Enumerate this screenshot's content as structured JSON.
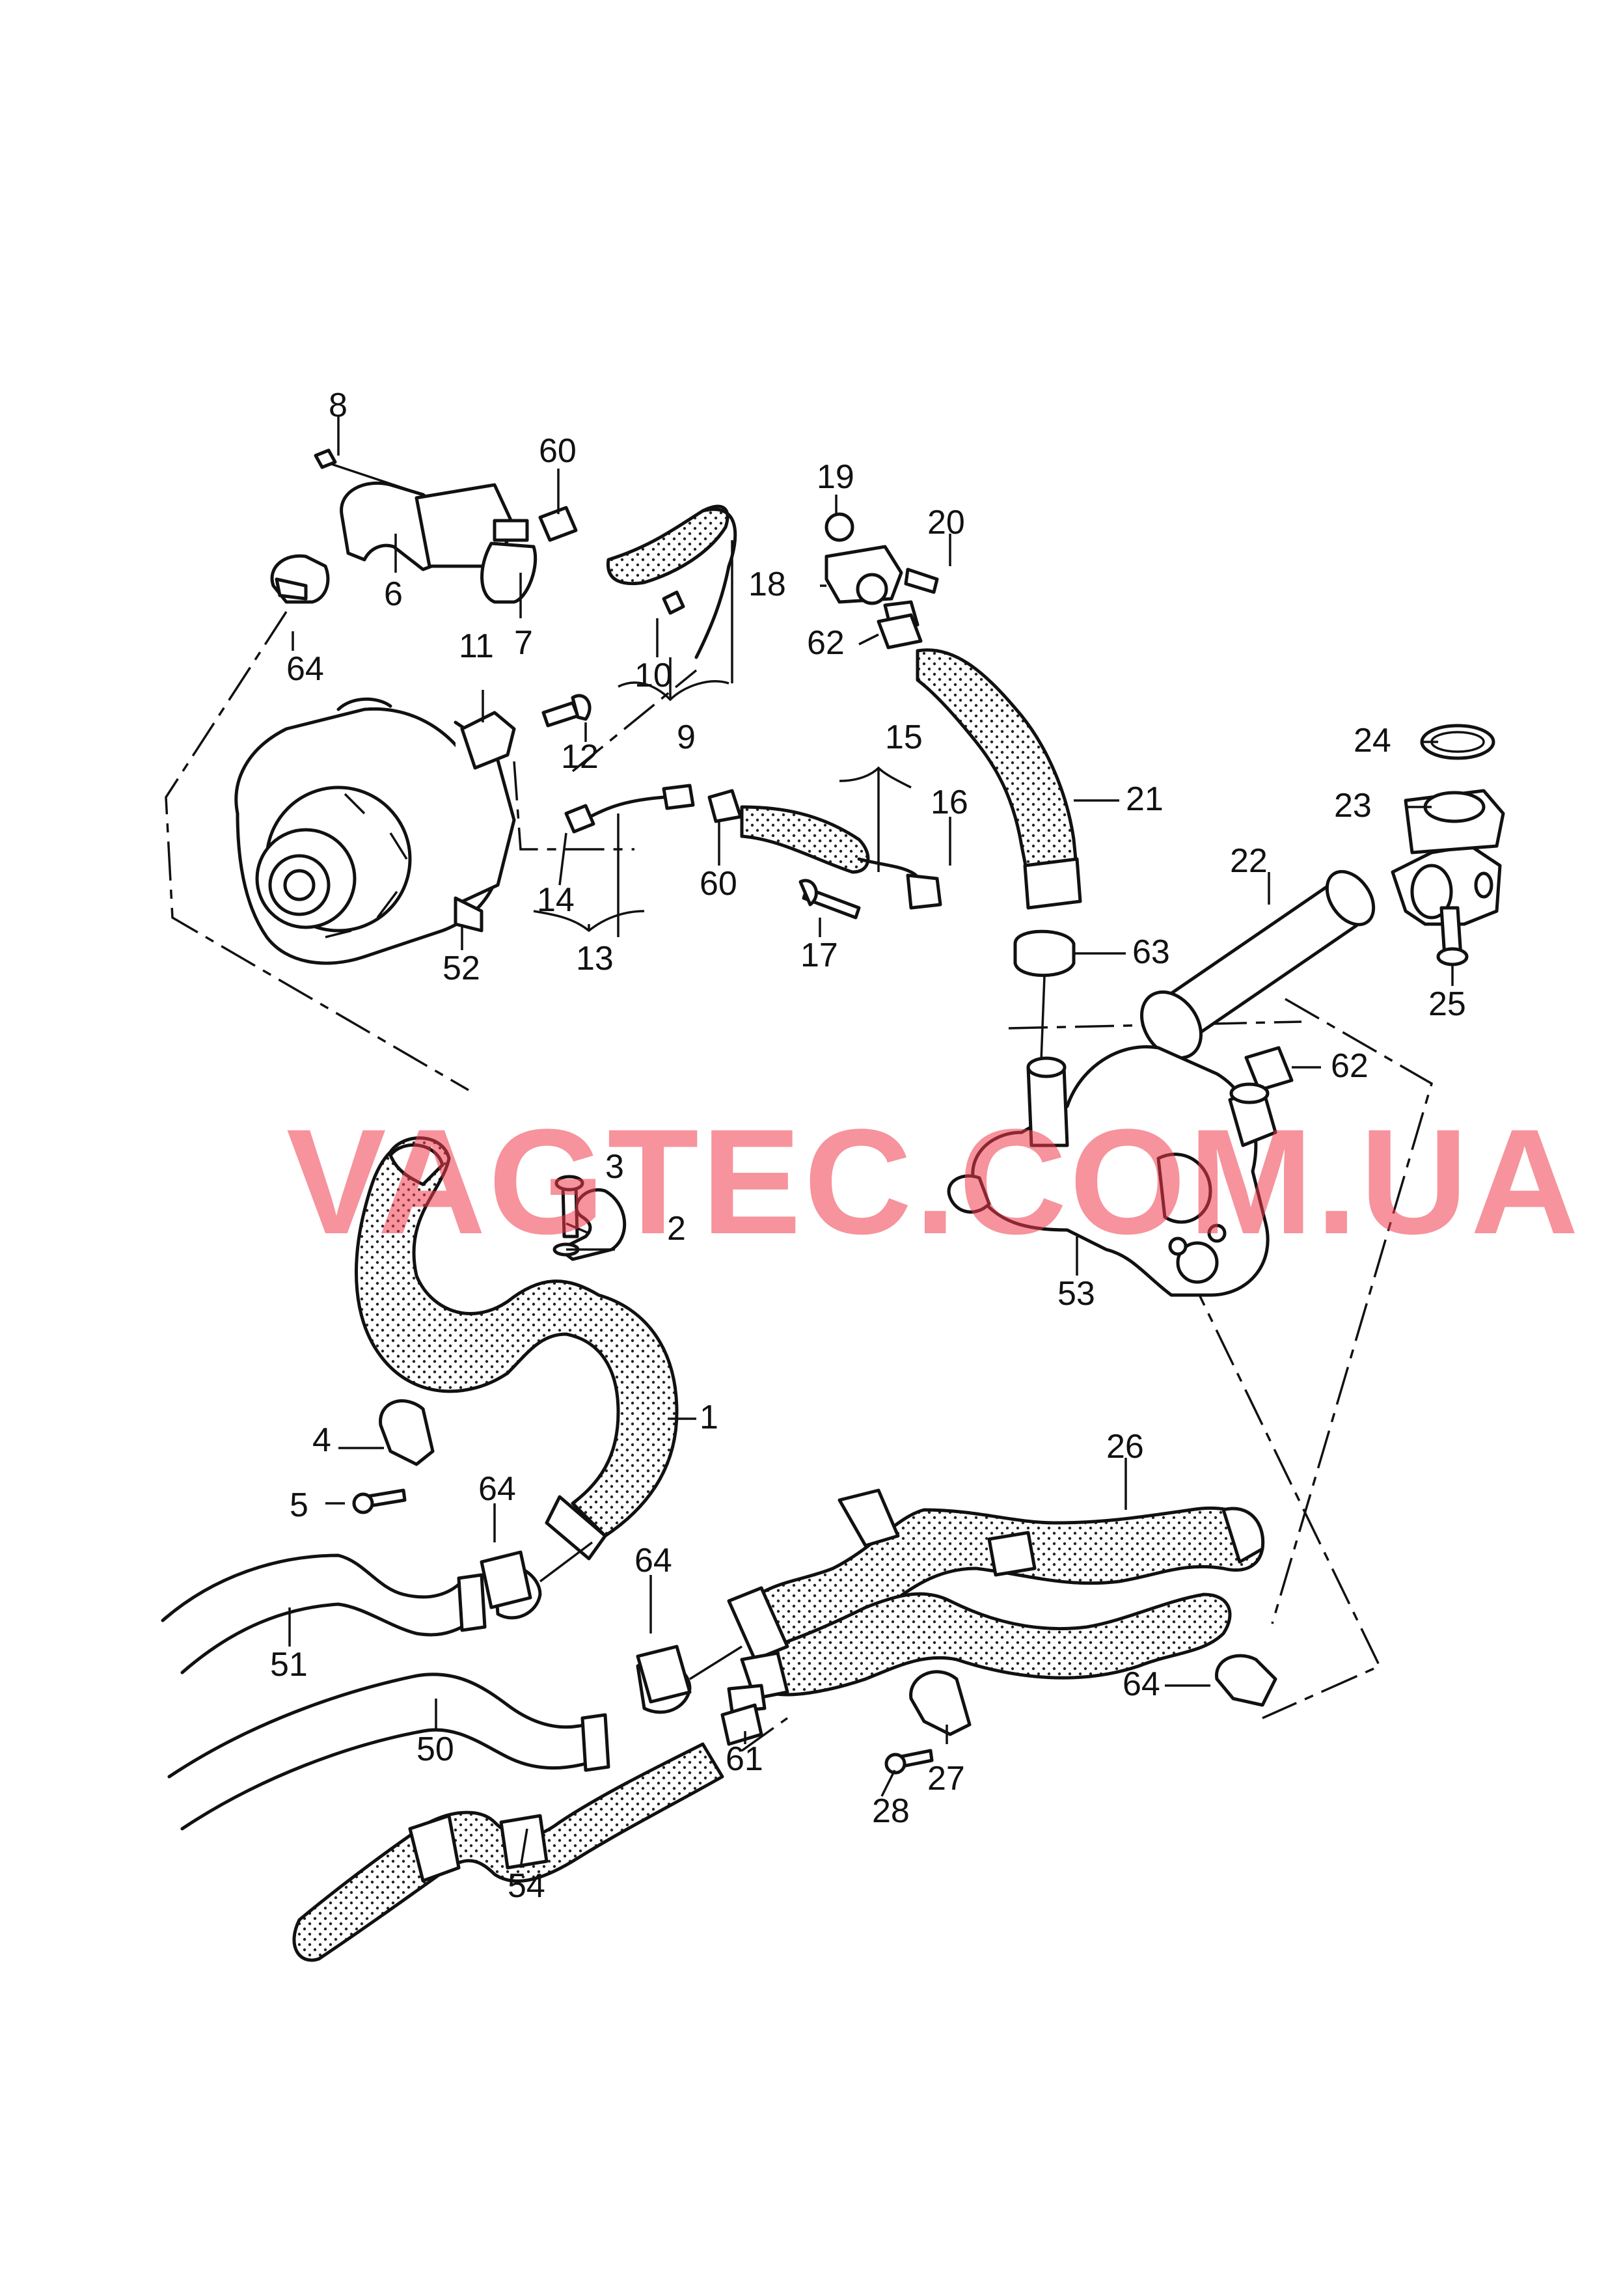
{
  "watermark": "VAGTEC.COM.UA",
  "callouts": [
    "1",
    "2",
    "3",
    "4",
    "5",
    "6",
    "7",
    "8",
    "9",
    "10",
    "11",
    "12",
    "13",
    "14",
    "15",
    "16",
    "17",
    "18",
    "19",
    "20",
    "21",
    "22",
    "23",
    "24",
    "25",
    "26",
    "27",
    "28",
    "50",
    "51",
    "52",
    "53",
    "54",
    "60",
    "60",
    "61",
    "62",
    "62",
    "63",
    "64",
    "64",
    "64",
    "64"
  ]
}
